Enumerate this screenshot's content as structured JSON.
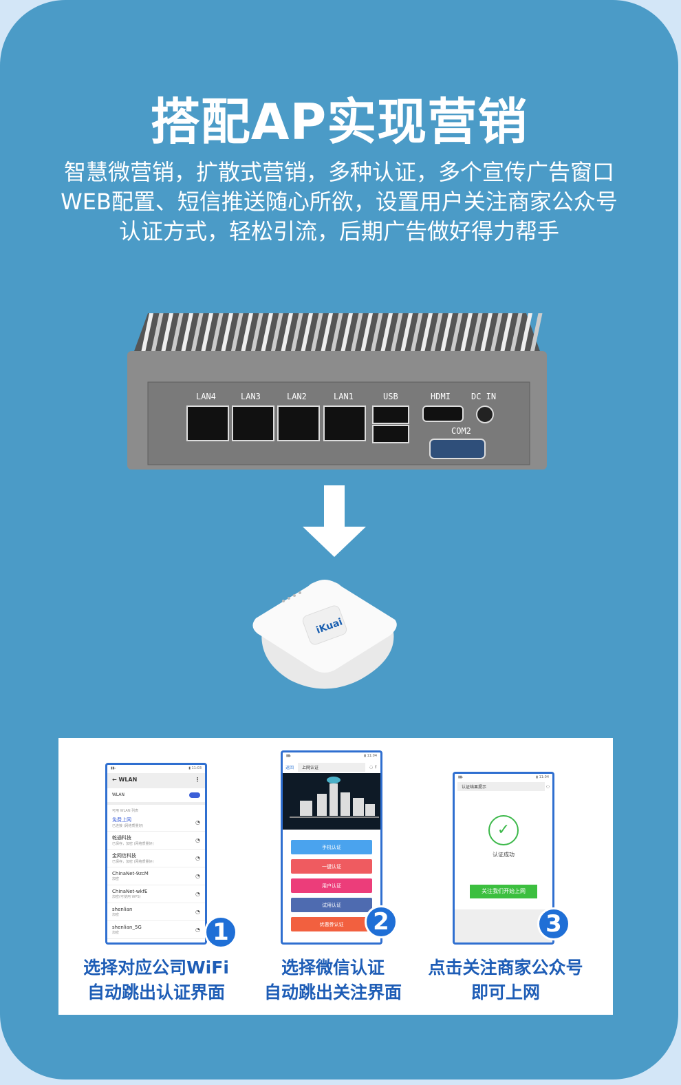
{
  "title": "搭配AP实现营销",
  "subtitle": [
    "智慧微营销，扩散式营销，多种认证，多个宣传广告窗口",
    "WEB配置、短信推送随心所欲，设置用户关注商家公众号",
    "认证方式，轻松引流，后期广告做好得力帮手"
  ],
  "device": {
    "ports": [
      "LAN4",
      "LAN3",
      "LAN2",
      "LAN1",
      "USB",
      "HDMI",
      "DC IN",
      "COM2"
    ]
  },
  "ap": {
    "brand": "iKuai"
  },
  "steps": [
    {
      "number": "1",
      "caption": [
        "选择对应公司WiFi",
        "自动跳出认证界面"
      ],
      "screen": {
        "header": "WLAN",
        "toggle_label": "WLAN",
        "list_title": "可用 WLAN 列表",
        "networks": [
          {
            "name": "免费上网",
            "status": "已连接 (网络质量好)"
          },
          {
            "name": "乾通科技",
            "status": "已保存，加密 (网络质量好)"
          },
          {
            "name": "金网信科技",
            "status": "已保存，加密 (网络质量好)"
          },
          {
            "name": "ChinaNet-9zcM",
            "status": "加密"
          },
          {
            "name": "ChinaNet-wkfE",
            "status": "加密(可使用 WPS)"
          },
          {
            "name": "shenlian",
            "status": "加密"
          },
          {
            "name": "shenlian_5G",
            "status": "加密"
          }
        ]
      }
    },
    {
      "number": "2",
      "caption": [
        "选择微信认证",
        "自动跳出关注界面"
      ],
      "screen": {
        "back": "返回",
        "header": "上网认证",
        "buttons": [
          {
            "label": "手机认证",
            "color": "#4aa3ee"
          },
          {
            "label": "一键认证",
            "color": "#ef5b60"
          },
          {
            "label": "用户认证",
            "color": "#ec3d7a"
          },
          {
            "label": "试用认证",
            "color": "#4e6bb0"
          },
          {
            "label": "优惠券认证",
            "color": "#f2603f"
          }
        ]
      }
    },
    {
      "number": "3",
      "caption": [
        "点击关注商家公众号",
        "即可上网"
      ],
      "screen": {
        "header": "认证结果提示",
        "result": "认证成功",
        "button": "关注我们开始上网"
      }
    }
  ]
}
